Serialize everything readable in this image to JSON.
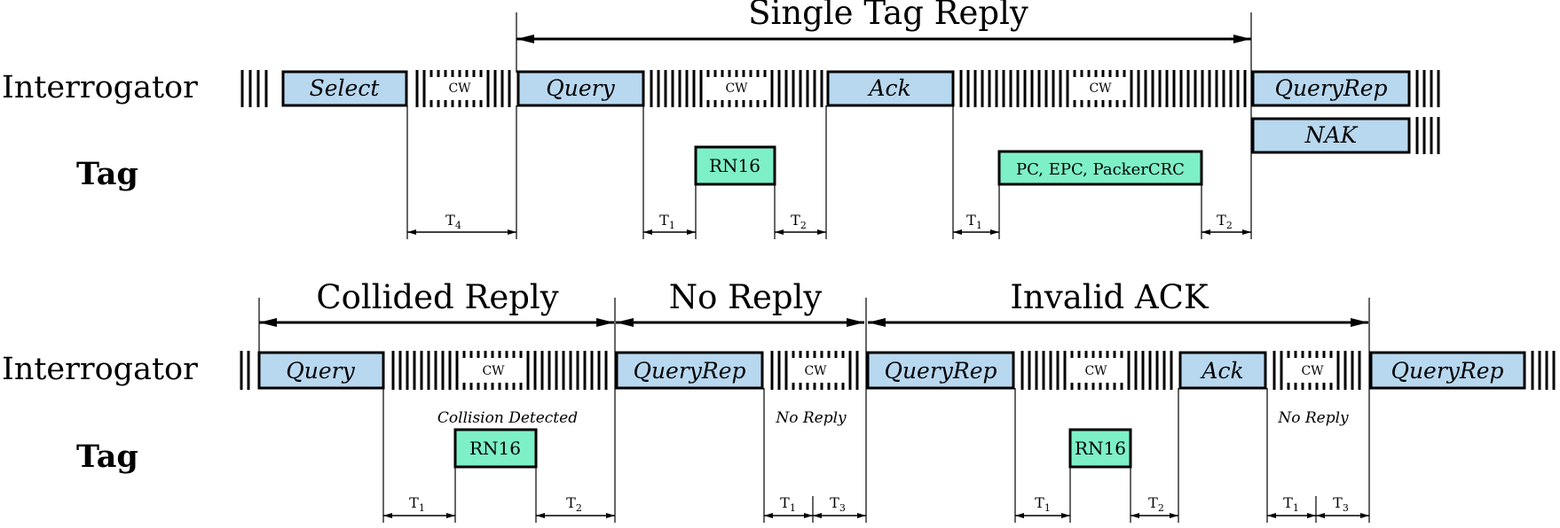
{
  "rows": {
    "interrogator_label": "Interrogator",
    "tag_label": "Tag"
  },
  "top": {
    "title": "Single Tag Reply",
    "commands": [
      "Select",
      "Query",
      "Ack",
      "QueryRep",
      "NAK"
    ],
    "cw": [
      "CW",
      "CW",
      "CW"
    ],
    "replies": [
      "RN16",
      "PC, EPC, PackerCRC"
    ],
    "timings": [
      {
        "name": "T",
        "sub": "4"
      },
      {
        "name": "T",
        "sub": "1"
      },
      {
        "name": "T",
        "sub": "2"
      },
      {
        "name": "T",
        "sub": "1"
      },
      {
        "name": "T",
        "sub": "2"
      }
    ]
  },
  "bottom": {
    "titles": [
      "Collided Reply",
      "No Reply",
      "Invalid ACK"
    ],
    "commands": [
      "Query",
      "QueryRep",
      "QueryRep",
      "Ack",
      "QueryRep"
    ],
    "cw": [
      "CW",
      "CW",
      "CW",
      "CW"
    ],
    "replies": [
      "RN16",
      "RN16"
    ],
    "notes": [
      "Collision Detected",
      "No Reply",
      "No Reply"
    ],
    "timings": [
      {
        "name": "T",
        "sub": "1"
      },
      {
        "name": "T",
        "sub": "2"
      },
      {
        "name": "T",
        "sub": "1"
      },
      {
        "name": "T",
        "sub": "3"
      },
      {
        "name": "T",
        "sub": "1"
      },
      {
        "name": "T",
        "sub": "2"
      },
      {
        "name": "T",
        "sub": "1"
      },
      {
        "name": "T",
        "sub": "3"
      }
    ]
  }
}
